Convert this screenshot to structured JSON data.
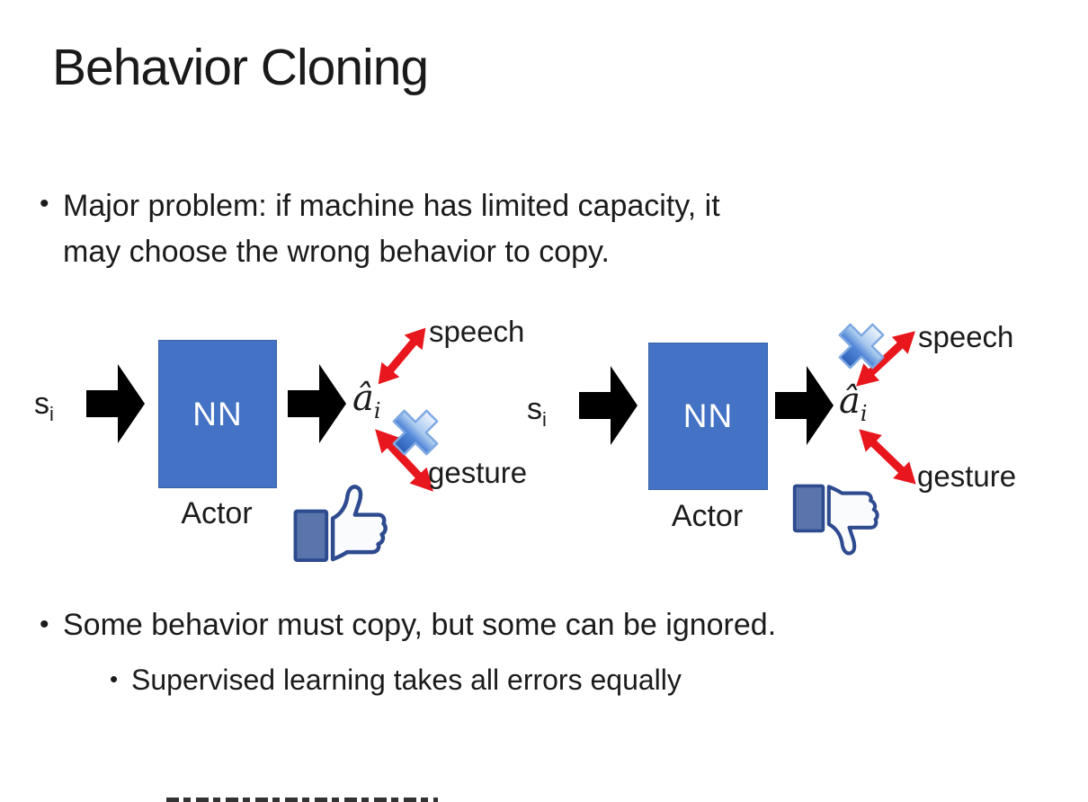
{
  "slide": {
    "title": "Behavior Cloning",
    "bullet_glyph": "•",
    "bullet1_line1": "Major problem: if machine has limited capacity, it",
    "bullet1_line2": "may choose the wrong behavior to copy.",
    "bullet2": "Some behavior must copy, but some can be ignored.",
    "bullet2_sub": "Supervised learning takes all errors equally",
    "diagram_left": {
      "input": "s",
      "input_sub": "i",
      "nn": "NN",
      "actor": "Actor",
      "output": "â",
      "output_sub": "i",
      "speech": "speech",
      "gesture": "gesture",
      "icons": {
        "cross": "blue-cross-over-gesture-arrow",
        "feedback": "thumbs-up"
      }
    },
    "diagram_right": {
      "input": "s",
      "input_sub": "i",
      "nn": "NN",
      "actor": "Actor",
      "output": "â",
      "output_sub": "i",
      "speech": "speech",
      "gesture": "gesture",
      "icons": {
        "cross": "blue-cross-over-speech-arrow",
        "feedback": "thumbs-down"
      }
    },
    "colors": {
      "nn_box_fill": "#4472c4",
      "nn_box_border": "#3a62a8",
      "arrow_black": "#000000",
      "arrow_red": "#e8161d",
      "cross_blue_light": "#e6f1fc",
      "cross_blue_dark": "#2c5fb8",
      "thumb_outline": "#2e4b8f",
      "thumb_cuff_fill": "#5b74ab",
      "text": "#1b1b1b",
      "background": "#ffffff"
    }
  }
}
